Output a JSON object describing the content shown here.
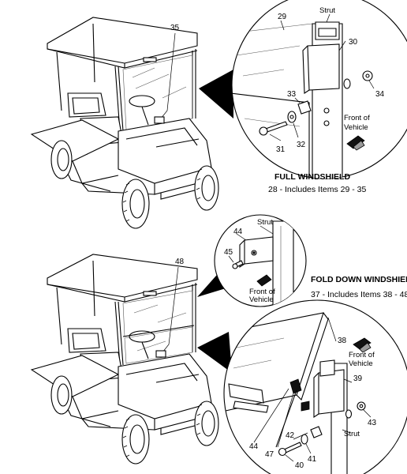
{
  "full_windshield": {
    "title": "FULL WINDSHIELD",
    "caption": "28 - Includes Items 29 - 35",
    "cart_callout": "35",
    "detail": {
      "strut_label": "Strut",
      "front_label_line1": "Front of",
      "front_label_line2": "Vehicle",
      "callouts": [
        "29",
        "30",
        "31",
        "32",
        "33",
        "34"
      ]
    }
  },
  "fold_down_windshield": {
    "title": "FOLD DOWN WINDSHIELD",
    "caption": "37 - Includes Items 38 - 48",
    "cart_callout": "48",
    "small_detail": {
      "strut_label": "Strut",
      "front_label_line1": "Front of",
      "front_label_line2": "Vehicle",
      "callouts": [
        "44",
        "45"
      ]
    },
    "detail": {
      "strut_label": "Strut",
      "front_label_line1": "Front of",
      "front_label_line2": "Vehicle",
      "callouts": [
        "38",
        "39",
        "40",
        "41",
        "42",
        "43",
        "44",
        "47"
      ]
    }
  }
}
